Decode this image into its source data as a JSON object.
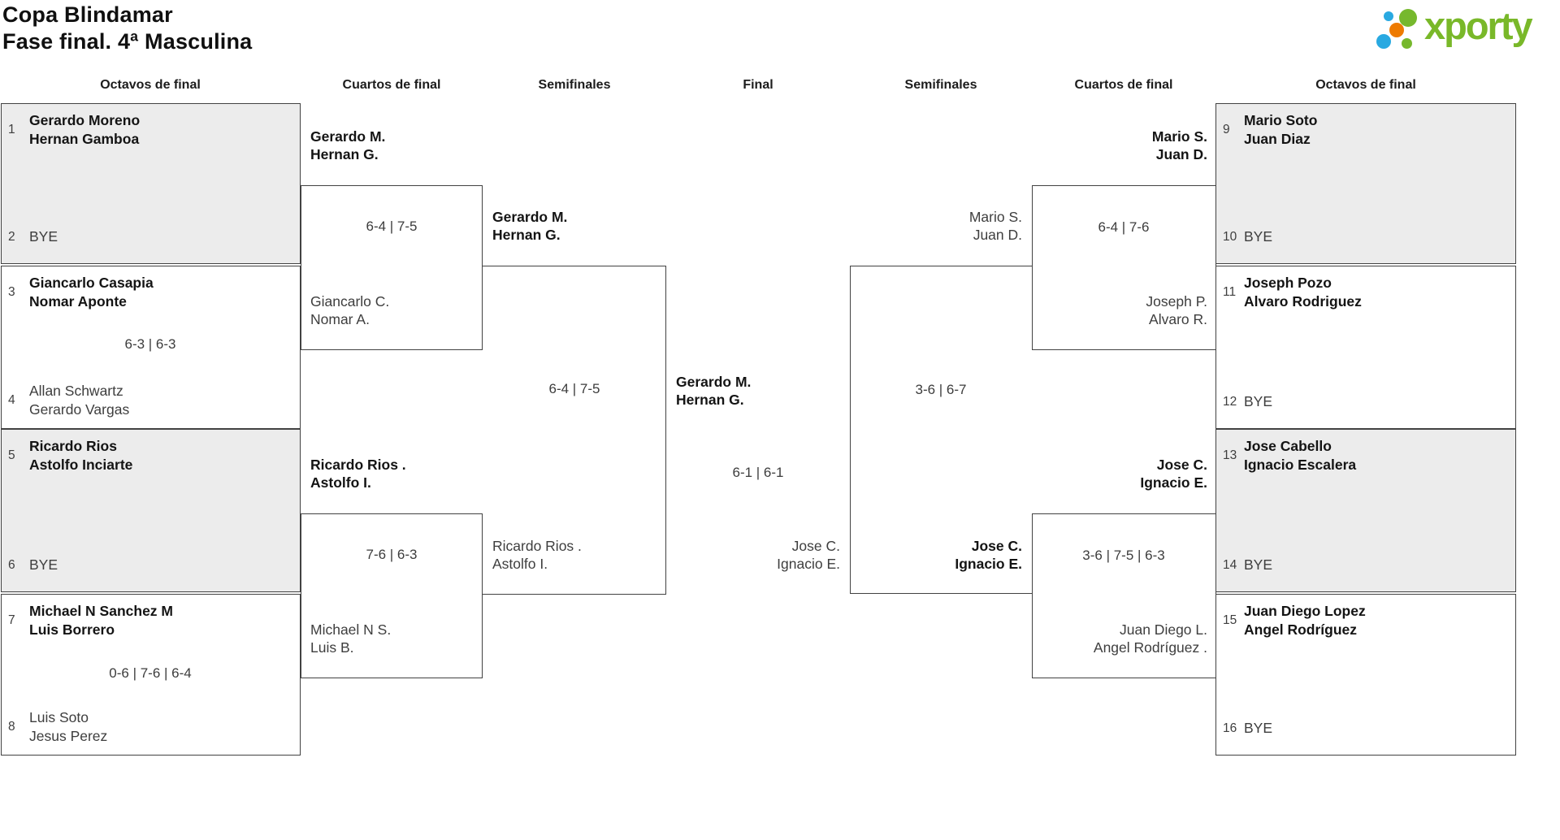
{
  "header": {
    "title": "Copa Blindamar",
    "subtitle": "Fase final. 4ª Masculina",
    "brand": "xporty",
    "brand_colors": {
      "green": "#76b82d",
      "blue": "#29a9e1",
      "orange": "#ee7b00"
    }
  },
  "rounds": {
    "r16_left": "Octavos de final",
    "qf_left": "Cuartos de final",
    "sf_left": "Semifinales",
    "final": "Final",
    "sf_right": "Semifinales",
    "qf_right": "Cuartos de final",
    "r16_right": "Octavos de final"
  },
  "r16_left": [
    {
      "seed_top": "1",
      "top1": "Gerardo Moreno",
      "top2": "Hernan Gamboa",
      "seed_bot": "2",
      "bot1": "BYE",
      "bot2": ""
    },
    {
      "seed_top": "3",
      "top1": "Giancarlo Casapia",
      "top2": "Nomar Aponte",
      "score": "6-3 | 6-3",
      "seed_bot": "4",
      "bot1": "Allan Schwartz",
      "bot2": "Gerardo Vargas"
    },
    {
      "seed_top": "5",
      "top1": "Ricardo Rios",
      "top2": "Astolfo Inciarte",
      "seed_bot": "6",
      "bot1": "BYE",
      "bot2": ""
    },
    {
      "seed_top": "7",
      "top1": "Michael N Sanchez M",
      "top2": "Luis Borrero",
      "score": "0-6 | 7-6 | 6-4",
      "seed_bot": "8",
      "bot1": "Luis Soto",
      "bot2": "Jesus Perez"
    }
  ],
  "r16_right": [
    {
      "seed_top": "9",
      "top1": "Mario Soto",
      "top2": "Juan Diaz",
      "seed_bot": "10",
      "bot1": "BYE",
      "bot2": ""
    },
    {
      "seed_top": "11",
      "top1": "Joseph Pozo",
      "top2": "Alvaro Rodriguez",
      "seed_bot": "12",
      "bot1": "BYE",
      "bot2": ""
    },
    {
      "seed_top": "13",
      "top1": "Jose Cabello",
      "top2": "Ignacio Escalera",
      "seed_bot": "14",
      "bot1": "BYE",
      "bot2": ""
    },
    {
      "seed_top": "15",
      "top1": "Juan Diego Lopez",
      "top2": "Angel Rodríguez",
      "seed_bot": "16",
      "bot1": "BYE",
      "bot2": ""
    }
  ],
  "qf_left_top": {
    "e1a": "Gerardo M.",
    "e1b": "Hernan G.",
    "score": "6-4 | 7-5",
    "e2a": "Giancarlo C.",
    "e2b": "Nomar A."
  },
  "qf_left_bottom": {
    "e1a": "Ricardo Rios .",
    "e1b": "Astolfo I.",
    "score": "7-6 | 6-3",
    "e2a": "Michael N S.",
    "e2b": "Luis B."
  },
  "sf_left": {
    "e1a": "Gerardo M.",
    "e1b": "Hernan G.",
    "score": "6-4 | 7-5",
    "e2a": "Ricardo Rios .",
    "e2b": "Astolfo I."
  },
  "final": {
    "e1a": "Gerardo M.",
    "e1b": "Hernan G.",
    "score": "6-1 | 6-1",
    "e2a": "Jose C.",
    "e2b": "Ignacio E."
  },
  "sf_right": {
    "e1a": "Mario S.",
    "e1b": "Juan D.",
    "score": "3-6 | 6-7",
    "e2a": "Jose C.",
    "e2b": "Ignacio E."
  },
  "qf_right_top": {
    "e1a": "Mario S.",
    "e1b": "Juan D.",
    "score": "6-4 | 7-6",
    "e2a": "Joseph P.",
    "e2b": "Alvaro R."
  },
  "qf_right_bottom": {
    "e1a": "Jose C.",
    "e1b": "Ignacio E.",
    "score": "3-6 | 7-5 | 6-3",
    "e2a": "Juan Diego L.",
    "e2b": "Angel Rodríguez ."
  }
}
